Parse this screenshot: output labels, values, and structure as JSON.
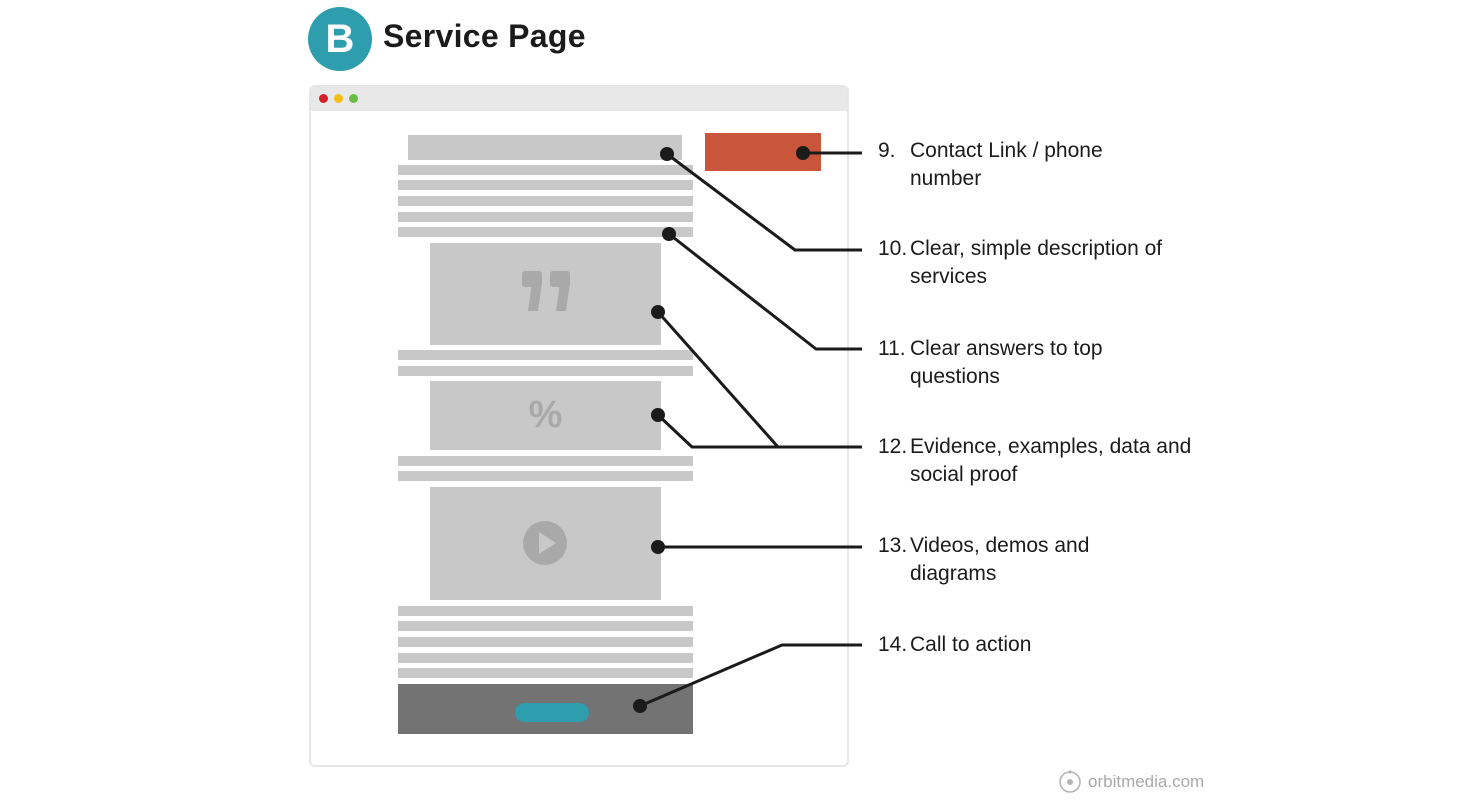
{
  "header": {
    "badge_letter": "B",
    "title": "Service Page"
  },
  "annotations": [
    {
      "number": "9.",
      "text": "Contact Link / phone number"
    },
    {
      "number": "10.",
      "text": "Clear, simple description of services"
    },
    {
      "number": "11.",
      "text": "Clear answers to top questions"
    },
    {
      "number": "12.",
      "text": "Evidence, examples, data and social proof"
    },
    {
      "number": "13.",
      "text": "Videos, demos and diagrams"
    },
    {
      "number": "14.",
      "text": "Call to action"
    }
  ],
  "icons": {
    "quote": "quote-icon",
    "percent": "%",
    "play": "play-icon"
  },
  "footer": {
    "brand": "orbitmedia.com"
  },
  "colors": {
    "accent": "#2e9eae",
    "contact": "#c9553a",
    "placeholder": "#c8c8c8",
    "cta_bar": "#737373",
    "line": "#1b1b1b"
  }
}
